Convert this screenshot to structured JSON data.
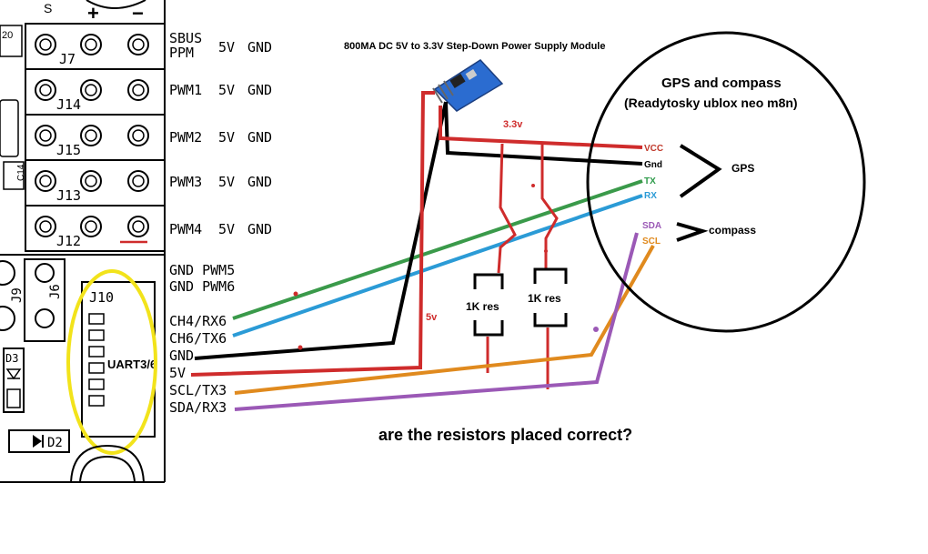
{
  "board": {
    "top_labels": {
      "s": "S",
      "plus": "+",
      "minus": "−"
    },
    "connector_rows": [
      {
        "id": "J7",
        "label": "SBUS",
        "label2": "PPM",
        "v": "5V",
        "g": "GND"
      },
      {
        "id": "J14",
        "label": "PWM1",
        "label2": "",
        "v": "5V",
        "g": "GND"
      },
      {
        "id": "J15",
        "label": "PWM2",
        "label2": "",
        "v": "5V",
        "g": "GND"
      },
      {
        "id": "J13",
        "label": "PWM3",
        "label2": "",
        "v": "5V",
        "g": "GND"
      },
      {
        "id": "J12",
        "label": "PWM4",
        "label2": "",
        "v": "5V",
        "g": "GND"
      }
    ],
    "gnd_pwm5": "GND PWM5",
    "gnd_pwm6": "GND PWM6",
    "j9": "J9",
    "j6": "J6",
    "j10": "J10",
    "uart_label": "UART3/6",
    "d3": "D3",
    "d2": "D2",
    "c14": "C14",
    "c20": "20",
    "pins": [
      "CH4/RX6",
      "CH6/TX6",
      "GND",
      "5V",
      "SCL/TX3",
      "SDA/RX3"
    ]
  },
  "module": {
    "title": "800MA DC 5V to 3.3V Step-Down Power Supply Module"
  },
  "wire_labels": {
    "v33": "3.3v",
    "v5": "5v"
  },
  "resistors": [
    {
      "label": "1K res"
    },
    {
      "label": "1K res"
    }
  ],
  "gps": {
    "title": "GPS and compass",
    "subtitle": "(Readytosky ublox neo m8n)",
    "pins": [
      {
        "label": "VCC",
        "color": "#c0392b"
      },
      {
        "label": "Gnd",
        "color": "#000000"
      },
      {
        "label": "TX",
        "color": "#2e9b4a"
      },
      {
        "label": "RX",
        "color": "#2b9bd6"
      },
      {
        "label": "SDA",
        "color": "#9b59b6"
      },
      {
        "label": "SCL",
        "color": "#e08a1e"
      }
    ],
    "gps_label": "GPS",
    "compass_label": "compass"
  },
  "question": "are the resistors placed correct?",
  "colors": {
    "red": "#cf2c2c",
    "black": "#000000",
    "green": "#3a9a4a",
    "blue": "#2b9bd6",
    "purple": "#9b59b6",
    "orange": "#e08a1e",
    "highlight": "#f2e31b"
  }
}
